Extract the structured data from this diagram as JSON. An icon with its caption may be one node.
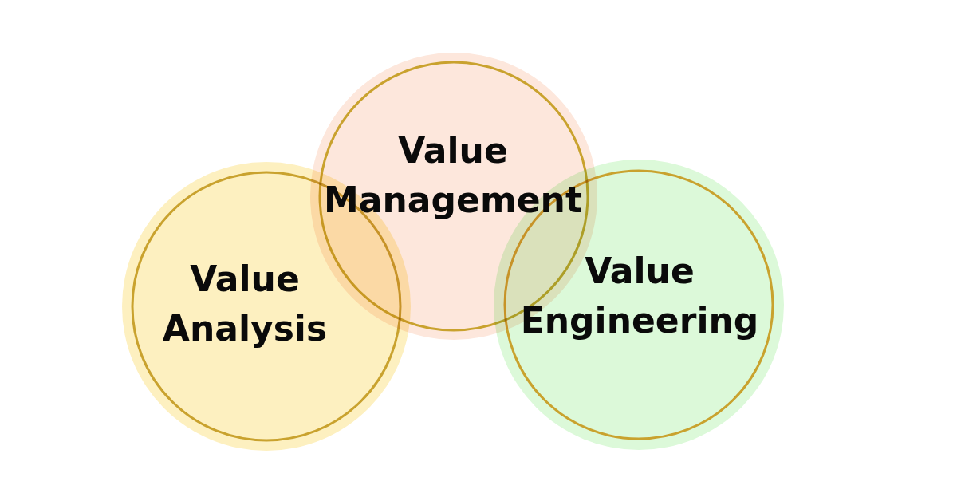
{
  "diagram": {
    "nodes": [
      {
        "text": [
          "Value Management"
        ]
      },
      {
        "text": [
          "Value Analysis"
        ]
      },
      {
        "text": [
          "Value Engineering"
        ]
      }
    ]
  }
}
